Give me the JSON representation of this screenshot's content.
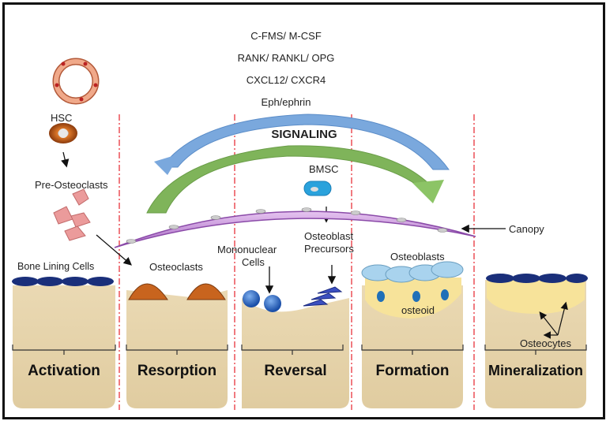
{
  "signaling": {
    "pathways": [
      "C-FMS/ M-CSF",
      "RANK/ RANKL/ OPG",
      "CXCL12/ CXCR4",
      "Eph/ephrin"
    ],
    "title": "SIGNALING"
  },
  "cells": {
    "hsc": "HSC",
    "pre_osteoclasts": "Pre-Osteoclasts",
    "bmsc": "BMSC",
    "canopy": "Canopy",
    "bone_lining": "Bone Lining Cells",
    "osteoclasts": "Osteoclasts",
    "mononuclear": [
      "Mononuclear",
      "Cells"
    ],
    "osteoblast_precursors": [
      "Osteoblast",
      "Precursors"
    ],
    "osteoblasts": "Osteoblasts",
    "osteoid": "osteoid",
    "osteocytes": "Osteocytes"
  },
  "phases": [
    "Activation",
    "Resorption",
    "Reversal",
    "Formation",
    "Mineralization"
  ],
  "colors": {
    "bone": "#e8d6ae",
    "divider": "#e8333b",
    "blue_arrow": "#6f9fd8",
    "green_arrow": "#7fb45a",
    "canopy": "#c58fd6",
    "osteoid": "#f7e39a",
    "lining_cell": "#1a2f7a",
    "osteoclast": "#c8641e",
    "osteoblast": "#a9d3ee",
    "hsc": "#c8641e",
    "pre_osteoclast": "#e89a9a",
    "bmsc": "#2aa2dc"
  }
}
